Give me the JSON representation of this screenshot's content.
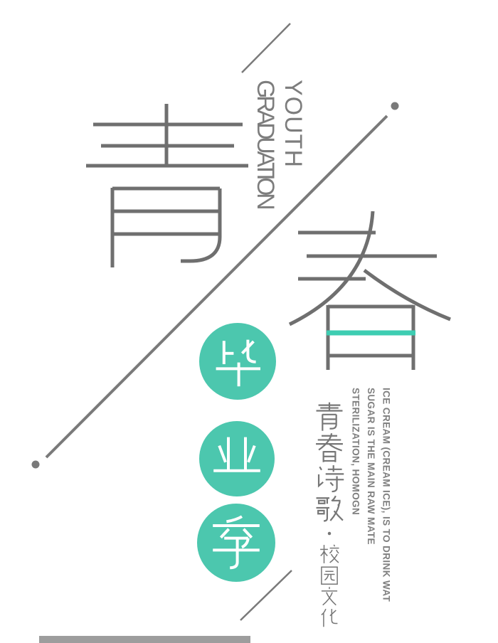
{
  "hero": {
    "chars": [
      "青",
      "春"
    ],
    "accent_bar_in": "春"
  },
  "subtitle_en": {
    "lines": [
      "YOUTH",
      "GRADUATION"
    ]
  },
  "badges": {
    "chars": [
      "毕",
      "业",
      "季"
    ]
  },
  "slogan_cn": {
    "large": "青春诗歌",
    "separator": "·",
    "small": "校园文化"
  },
  "body_en": {
    "lines": [
      "ICE CREAM (CREAM ICE), IS TO DRINK WAT",
      "SUGAR IS THE MAIN RAW MATE",
      "STERILIZATION, HOMOGN"
    ]
  },
  "colors": {
    "accent_teal": "#4cc7ae",
    "accent_bar_teal": "#3ecdb2",
    "ink_gray": "#6f6f6f",
    "text_gray": "#7d7d7d",
    "watermark_bar_gray": "#9d9d9d"
  }
}
